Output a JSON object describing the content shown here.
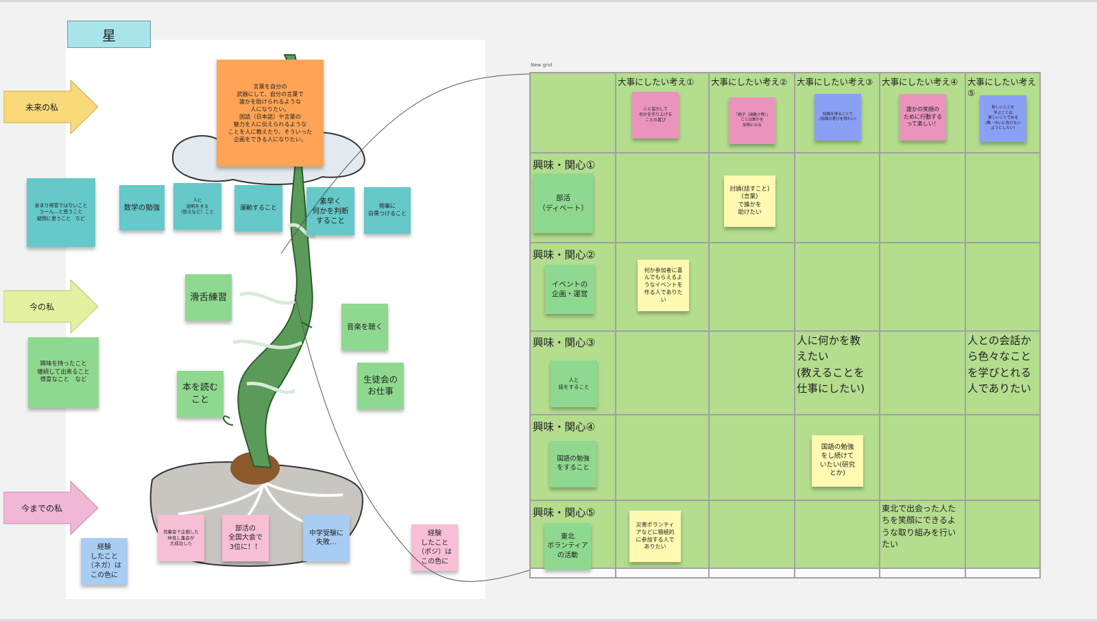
{
  "board": {
    "title": "星",
    "grid_label": "New grid"
  },
  "arrows": [
    {
      "label": "未来の私",
      "color": "#f9d97a"
    },
    {
      "label": "今の私",
      "color": "#e3f0a0"
    },
    {
      "label": "今までの私",
      "color": "#f0b8d6"
    }
  ],
  "notes": {
    "future": "言葉を自分の\n武器にして、自分の言葉で\n誰かを助けられるような\n人になりたい。\n国語（日本語）や言葉の\n魅力を人に伝えられるような\nことを人に教えたり、そういった\n企画をできる人になりたい。",
    "weak_legend": "あまり得意ではないこと\nうーん…と思うこと\n疑問に思うこと　など",
    "math": "数学の勉強",
    "persuade": "人に\n説明をする\n(怒るなど）こと",
    "exercise": "運動すること",
    "quick_judge": "素早く\n何かを判断\nすること",
    "black_white": "物事に\n白黒つけること",
    "tongue_twister": "滑舌練習",
    "music": "音楽を聴く",
    "interest_legend": "興味を持ったこと\n継続して出来ること\n得意なこと　など",
    "read_books": "本を読む\nこと",
    "student_council": "生徒会の\nお仕事",
    "children_party": "児童会で企画した\n仲良し集会が\n大成功した",
    "club_nationals": "部活の\n全国大会で\n3位に！！",
    "exam_fail": "中学受験に\n失敗…",
    "neg_legend": "経験\nしたこと\n（ネガ）は\nこの色に",
    "pos_legend": "経験\nしたこと\n（ポジ）は\nこの色に"
  },
  "grid": {
    "columns": [
      "大事にしたい考え①",
      "大事にしたい考え②",
      "大事にしたい考え③",
      "大事にしたい考え④",
      "大事にしたい考え⑤"
    ],
    "rows": [
      "興味・関心①",
      "興味・関心②",
      "興味・関心③",
      "興味・関心④",
      "興味・関心⑤"
    ],
    "value_notes": [
      "人と協力して\n何かを作り上げる\nことの喜び",
      "「絶子（過酷さ等）」\nことは誰かを\n加勢になる",
      "知識を得ることで\n(知識の喜びを得たい)",
      "誰かの笑顔の\nために行動する\nって楽しい！",
      "新しいことを\n学ぶことは\n楽しいことである\n(難・中いに負けない\nようにしたい)"
    ],
    "interest_notes": [
      "部活\n（ディベート）",
      "イベントの\n企画・運営",
      "人と\n話をすること",
      "国語の勉強\nをすること",
      "東北\nボランティア\nの活動"
    ],
    "cell_notes": {
      "r1c2": "討論(話すこと)\n(言葉)\nで誰かを\n助けたい",
      "r2c1": "何か参加者に喜\nんでもらえるよ\nうなイベントを\n作る人でありた\nい",
      "r4c3": "国語の勉強\nをし続けて\nいたい(研究\nとか)",
      "r5c1": "災害ボランティ\nアなどに積極的\nに参加する人で\nありたい"
    },
    "cell_texts": {
      "r3c3": "人に何かを教\nえたい\n(教えることを\n仕事にしたい)",
      "r3c5": "人との会話か\nら色々なこと\nを学びとれる\n人でありたい",
      "r5c4": "東北で出会った人た\nちを笑顔にできるよ\nうな取り組みを行い\nたい"
    }
  }
}
